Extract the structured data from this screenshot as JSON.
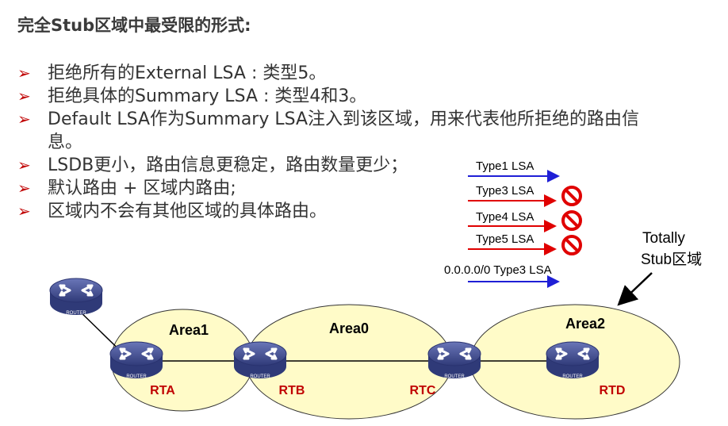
{
  "title": "完全Stub区域中最受限的形式:",
  "bullets": [
    "拒绝所有的External LSA : 类型5。",
    "拒绝具体的Summary LSA : 类型4和3。",
    "Default LSA作为Summary LSA注入到该区域，用来代表他所拒绝的路由信息。",
    "LSDB更小，路由信息更稳定，路由数量更少；",
    "默认路由 + 区域内路由;",
    "区域内不会有其他区域的具体路由。"
  ],
  "lsa_arrows": [
    {
      "label": "Type1 LSA",
      "color": "#1f1fd6",
      "blocked": false
    },
    {
      "label": "Type3 LSA",
      "color": "#e00000",
      "blocked": true
    },
    {
      "label": "Type4 LSA",
      "color": "#e00000",
      "blocked": true
    },
    {
      "label": "Type5 LSA",
      "color": "#e00000",
      "blocked": true
    },
    {
      "label": "0.0.0.0/0 Type3 LSA",
      "color": "#1f1fd6",
      "blocked": false
    }
  ],
  "callout": {
    "line1": "Totally",
    "line2": "Stub区域"
  },
  "areas": {
    "area1": "Area1",
    "area0": "Area0",
    "area2": "Area2"
  },
  "routers": {
    "icon_text": "ROUTER",
    "rta": "RTA",
    "rtb": "RTB",
    "rtc": "RTC",
    "rtd": "RTD"
  },
  "colors": {
    "area_fill": "#fffbc8",
    "router_label": "#c00000",
    "bullet_marker": "#c00000",
    "router_body": "#44508f"
  }
}
